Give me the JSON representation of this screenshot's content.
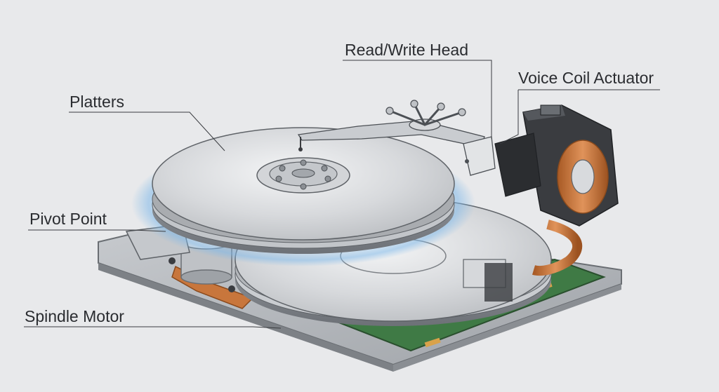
{
  "labels": {
    "read_write_head": "Read/Write Head",
    "voice_coil_actuator": "Voice Coil Actuator",
    "platters": "Platters",
    "pivot_point": "Pivot Point",
    "spindle_motor": "Spindle Motor"
  },
  "colors": {
    "background": "#e8e9eb",
    "platter": "#d9dbde",
    "copper": "#c8763c",
    "pcb": "#3f7a45",
    "actuator_housing": "#3a3c40",
    "glow": "#7fb8e8"
  }
}
